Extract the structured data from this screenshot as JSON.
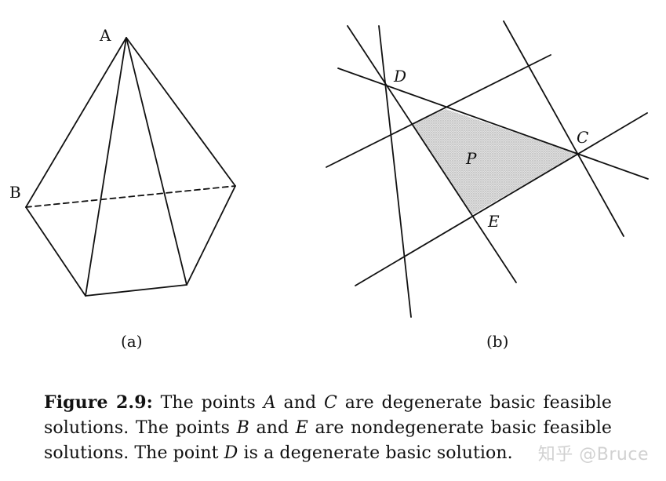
{
  "figure": {
    "panel_a": {
      "sublabel": "(a)",
      "vertices": {
        "A": "A",
        "B": "B"
      }
    },
    "panel_b": {
      "sublabel": "(b)",
      "points": {
        "C": "C",
        "D": "D",
        "E": "E",
        "P": "P"
      },
      "colors": {
        "region_fill": "#e0e0e0"
      }
    }
  },
  "caption": {
    "label": "Figure 2.9:",
    "seg1": " The points ",
    "A": "A",
    "seg2": " and ",
    "C": "C",
    "seg3": " are degenerate basic feasible solutions.  The points ",
    "B": "B",
    "seg4": " and ",
    "E": "E",
    "seg5": " are nondegenerate basic feasible solutions. The point ",
    "D": "D",
    "seg6": " is a degenerate basic solution."
  },
  "watermark": "知乎 @Bruce"
}
